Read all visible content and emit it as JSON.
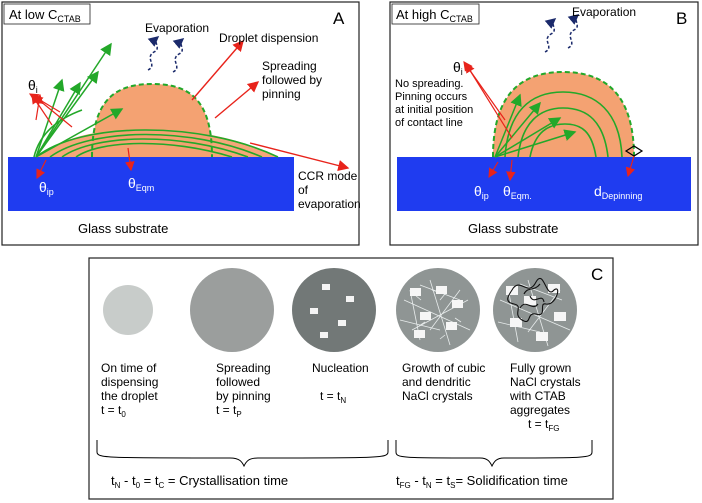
{
  "panel_a": {
    "letter": "A",
    "title_main": "At low C",
    "title_sub": "CTAB",
    "evaporation": "Evaporation",
    "droplet_dispension": "Droplet dispension",
    "spreading_l1": "Spreading",
    "spreading_l2": "followed by",
    "spreading_l3": "pinning",
    "theta": "θ",
    "theta_i_sub": "i",
    "theta_ip_sub": "ip",
    "theta_eqm_sub": "Eqm",
    "ccr_l1": "CCR mode",
    "ccr_l2": "of",
    "ccr_l3": "evaporation",
    "substrate": "Glass substrate"
  },
  "panel_b": {
    "letter": "B",
    "title_main": "At high C",
    "title_sub": "CTAB",
    "evaporation": "Evaporation",
    "note_l1": "No spreading.",
    "note_l2": "Pinning occurs",
    "note_l3": "at initial position",
    "note_l4": "of contact line",
    "theta": "θ",
    "theta_i_sub": "i",
    "theta_ip_sub": "ip",
    "theta_eqm_sub": "Eqm.",
    "d": "d",
    "d_sub": "Depinning",
    "substrate": "Glass substrate"
  },
  "panel_c": {
    "letter": "C",
    "stage1_l1": "On time of",
    "stage1_l2": "dispensing",
    "stage1_l3": "the droplet",
    "stage1_t": "t = t",
    "stage1_t_sub": "0",
    "stage2_l1": "Spreading",
    "stage2_l2": "followed",
    "stage2_l3": "by pinning",
    "stage2_t": "t = t",
    "stage2_t_sub": "P",
    "stage3_l1": "Nucleation",
    "stage3_t": "t = t",
    "stage3_t_sub": "N",
    "stage4_l1": "Growth of cubic",
    "stage4_l2": "and dendritic",
    "stage4_l3": "NaCl crystals",
    "stage5_l1": "Fully grown",
    "stage5_l2": "NaCl crystals",
    "stage5_l3": "with CTAB",
    "stage5_l4": "aggregates",
    "stage5_t": "t = t",
    "stage5_t_sub": "FG",
    "cryst_t": "t",
    "cryst_t_sub": "N",
    "cryst_mid": " - t",
    "cryst_mid_sub": "0",
    "cryst_eq": " = t",
    "cryst_eq_sub": "C",
    "cryst_text": " = Crystallisation time",
    "sol_t": "t",
    "sol_t_sub": "FG",
    "sol_mid": " - t",
    "sol_mid_sub": "N",
    "sol_eq": " = t",
    "sol_eq_sub": "S",
    "sol_text": "= Solidification time"
  },
  "colors": {
    "substrate": "#1f3cf0",
    "droplet": "#f4a272",
    "green": "#23a829",
    "red": "#e8231b",
    "dark_blue": "#1b2a6b",
    "stage1": "#c8ccca",
    "stage2": "#9b9e9d",
    "stage3": "#727877",
    "stage4": "#8f9594",
    "stage5": "#8f9594"
  }
}
